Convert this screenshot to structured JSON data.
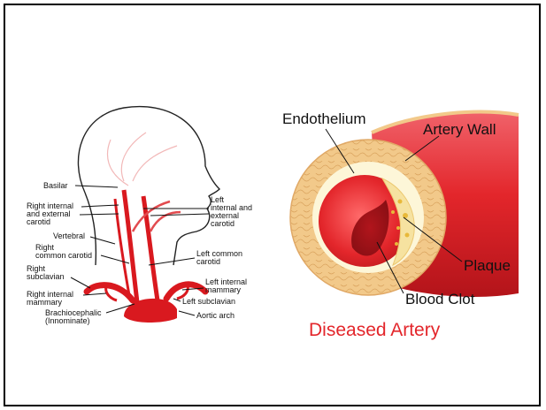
{
  "head_diagram": {
    "labels": {
      "basilar": "Basilar",
      "right_internal_external_1": "Right internal",
      "right_internal_external_2": "and external",
      "right_internal_external_3": "carotid",
      "vertebral": "Vertebral",
      "right_common_carotid_1": "Right",
      "right_common_carotid_2": "common carotid",
      "right_subclavian_1": "Right",
      "right_subclavian_2": "subclavian",
      "right_internal_mammary_1": "Right internal",
      "right_internal_mammary_2": "mammary",
      "brachiocephalic_1": "Brachiocephalic",
      "brachiocephalic_2": "(Innominate)",
      "left_internal_external_1": "Left",
      "left_internal_external_2": "internal and",
      "left_internal_external_3": "external",
      "left_internal_external_4": "carotid",
      "left_common_carotid_1": "Left common",
      "left_common_carotid_2": "carotid",
      "left_internal_mammary_1": "Left internal",
      "left_internal_mammary_2": "mammary",
      "left_subclavian": "Left subclavian",
      "aortic_arch": "Aortic arch"
    }
  },
  "artery_diagram": {
    "labels": {
      "endothelium": "Endothelium",
      "artery_wall": "Artery Wall",
      "plaque": "Plaque",
      "blood_clot": "Blood Clot"
    },
    "title": "Diseased Artery",
    "colors": {
      "blood": "#e3262b",
      "wall": "#f2c98a",
      "endothelium": "#fdf6d8",
      "plaque": "#f3d27a"
    }
  }
}
